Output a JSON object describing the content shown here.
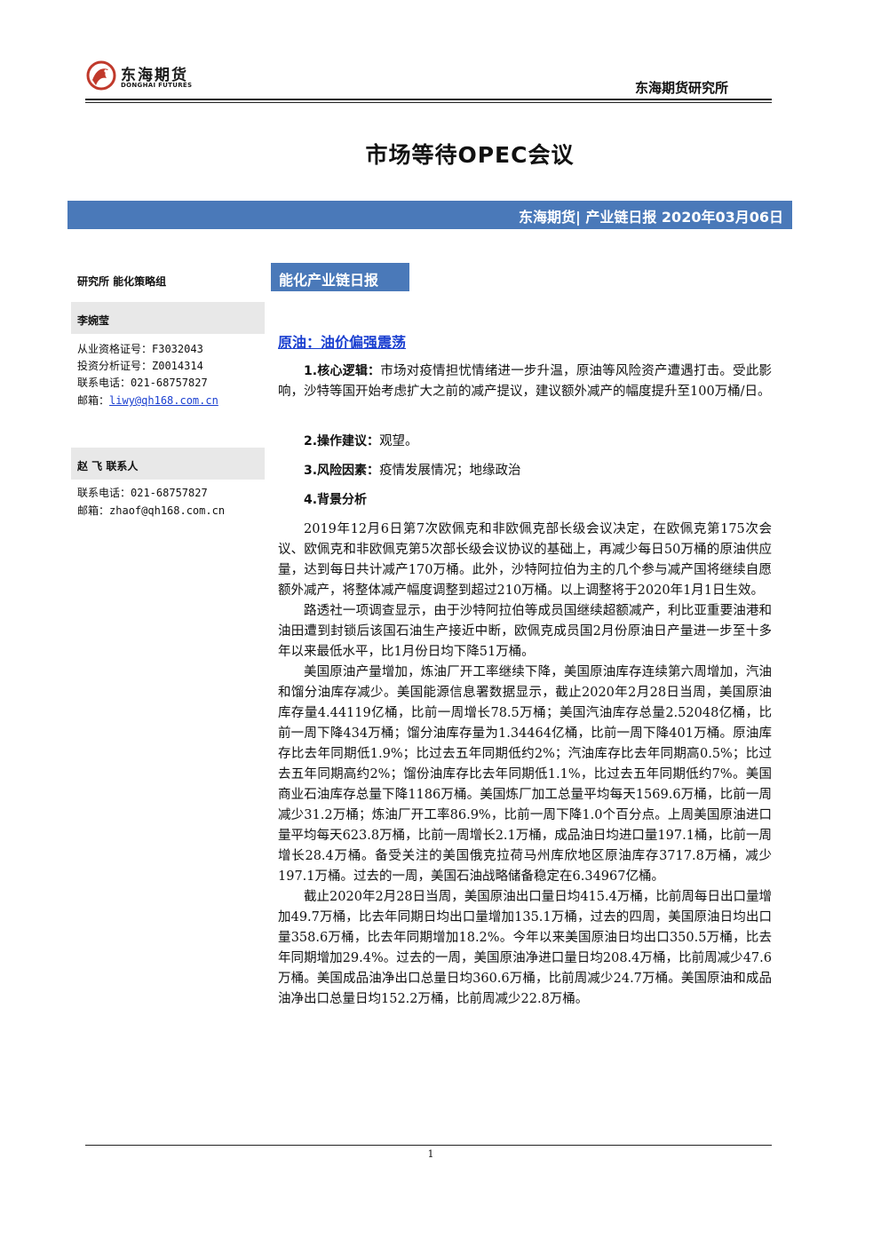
{
  "header": {
    "logo_cn": "东海期货",
    "logo_en": "DONGHAI FUTURES",
    "org": "东海期货研究所"
  },
  "title": "市场等待OPEC会议",
  "banner": "东海期货| 产业链日报 2020年03月06日",
  "sidebar": {
    "dept": "研究所  能化策略组",
    "analyst1": {
      "name": "李婉莹",
      "lines": [
        "从业资格证号：F3032043",
        "投资分析证号：Z0014314",
        "联系电话：021-68757827"
      ],
      "email_label": "邮箱：",
      "email": "liwy@qh168.com.cn"
    },
    "analyst2": {
      "name": "赵 飞  联系人",
      "phone": "联系电话：021-68757827",
      "email_label": "邮箱：",
      "email": "zhaof@qh168.com.cn"
    }
  },
  "main": {
    "tab": "能化产业链日报",
    "section": "原油：油价偏强震荡",
    "p1_label": "1.核心逻辑：",
    "p1_text": "市场对疫情担忧情绪进一步升温，原油等风险资产遭遇打击。受此影响，沙特等国开始考虑扩大之前的减产提议，建议额外减产的幅度提升至100万桶/日。",
    "p2_label": "2.操作建议：",
    "p2_text": "观望。",
    "p3_label": "3.风险因素：",
    "p3_text": "疫情发展情况；地缘政治",
    "p4_label": "4.背景分析",
    "bg1": "2019年12月6日第7次欧佩克和非欧佩克部长级会议决定，在欧佩克第175次会议、欧佩克和非欧佩克第5次部长级会议协议的基础上，再减少每日50万桶的原油供应量，达到每日共计减产170万桶。此外，沙特阿拉伯为主的几个参与减产国将继续自愿额外减产，将整体减产幅度调整到超过210万桶。以上调整将于2020年1月1日生效。",
    "bg2": "路透社一项调查显示，由于沙特阿拉伯等成员国继续超额减产，利比亚重要油港和油田遭到封锁后该国石油生产接近中断，欧佩克成员国2月份原油日产量进一步至十多年以来最低水平，比1月份日均下降51万桶。",
    "bg3": "美国原油产量增加，炼油厂开工率继续下降，美国原油库存连续第六周增加，汽油和馏分油库存减少。美国能源信息署数据显示，截止2020年2月28日当周，美国原油库存量4.44119亿桶，比前一周增长78.5万桶；美国汽油库存总量2.52048亿桶，比前一周下降434万桶；馏分油库存量为1.34464亿桶，比前一周下降401万桶。原油库存比去年同期低1.9%；比过去五年同期低约2%；汽油库存比去年同期高0.5%；比过去五年同期高约2%；馏份油库存比去年同期低1.1%，比过去五年同期低约7%。美国商业石油库存总量下降1186万桶。美国炼厂加工总量平均每天1569.6万桶，比前一周减少31.2万桶；炼油厂开工率86.9%，比前一周下降1.0个百分点。上周美国原油进口量平均每天623.8万桶，比前一周增长2.1万桶，成品油日均进口量197.1桶，比前一周增长28.4万桶。备受关注的美国俄克拉荷马州库欣地区原油库存3717.8万桶，减少197.1万桶。过去的一周，美国石油战略储备稳定在6.34967亿桶。",
    "bg4": "截止2020年2月28日当周，美国原油出口量日均415.4万桶，比前周每日出口量增加49.7万桶，比去年同期日均出口量增加135.1万桶，过去的四周，美国原油日均出口量358.6万桶，比去年同期增加18.2%。今年以来美国原油日均出口350.5万桶，比去年同期增加29.4%。过去的一周，美国原油净进口量日均208.4万桶，比前周减少47.6万桶。美国成品油净出口总量日均360.6万桶，比前周减少24.7万桶。美国原油和成品油净出口总量日均152.2万桶，比前周减少22.8万桶。"
  },
  "footer": {
    "page": "1"
  },
  "colors": {
    "banner": "#4a79b9",
    "link": "#1a3fd0",
    "logo_red": "#c0392b"
  }
}
